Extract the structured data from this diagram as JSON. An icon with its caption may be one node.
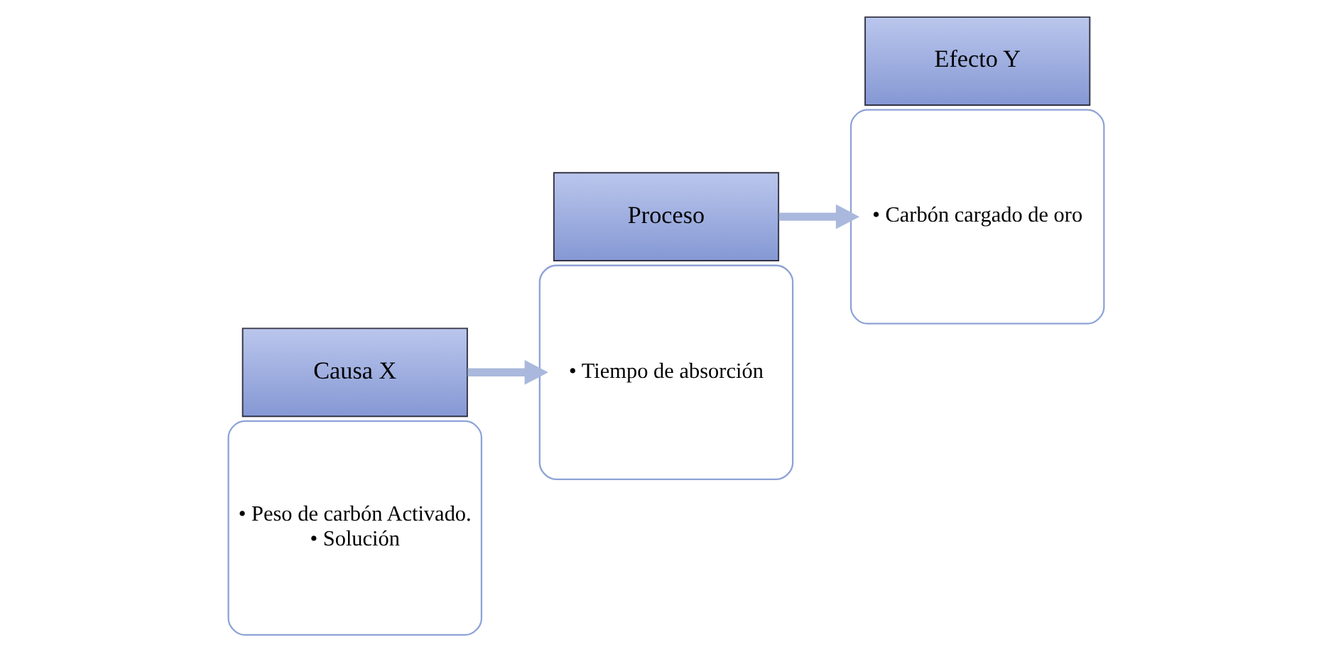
{
  "diagram": {
    "nodes": [
      {
        "text": [
          "• Peso de carbón Activado.",
          "• Solución"
        ]
      },
      {
        "text": [
          "Causa X"
        ]
      },
      {
        "text": [
          "Proceso"
        ]
      },
      {
        "text": [
          "• Tiempo de absorción"
        ]
      },
      {
        "text": [
          "• Carbón cargado de oro"
        ]
      },
      {
        "text": [
          "Efecto Y"
        ]
      }
    ],
    "edges": [
      {
        "from": 1,
        "to": 3,
        "arrow": "to"
      },
      {
        "from": 2,
        "to": 4,
        "arrow": "to"
      }
    ]
  }
}
